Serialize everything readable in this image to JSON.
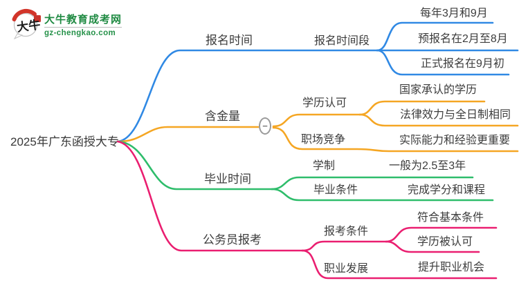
{
  "logo": {
    "icon_text": "大牛",
    "title": "大牛教育成考网",
    "domain": "gz-chengkao.com",
    "brand_color": "#1f8a42"
  },
  "style": {
    "text_color": "#3c3c3c",
    "background": "#ffffff"
  },
  "root": {
    "label": "2025年广东函授大专"
  },
  "branches": [
    {
      "label": "报名时间",
      "color": "#3089e4",
      "children": [
        {
          "label": "报名时间段",
          "children": [
            {
              "label": "每年3月和9月"
            },
            {
              "label": "预报名在2月至8月"
            },
            {
              "label": "正式报名在9月初"
            }
          ]
        }
      ]
    },
    {
      "label": "含金量",
      "color": "#f5a623",
      "collapse_glyph": "−",
      "children": [
        {
          "label": "学历认可",
          "children": [
            {
              "label": "国家承认的学历"
            },
            {
              "label": "法律效力与全日制相同"
            }
          ]
        },
        {
          "label": "职场竞争",
          "children": [
            {
              "label": "实际能力和经验更重要"
            }
          ]
        }
      ]
    },
    {
      "label": "毕业时间",
      "color": "#2ebd6b",
      "children": [
        {
          "label": "学制",
          "children": [
            {
              "label": "一般为2.5至3年"
            }
          ]
        },
        {
          "label": "毕业条件",
          "children": [
            {
              "label": "完成学分和课程"
            }
          ]
        }
      ]
    },
    {
      "label": "公务员报考",
      "color": "#ea1e70",
      "children": [
        {
          "label": "报考条件",
          "children": [
            {
              "label": "符合基本条件"
            },
            {
              "label": "学历被认可"
            }
          ]
        },
        {
          "label": "职业发展",
          "children": [
            {
              "label": "提升职业机会"
            }
          ]
        }
      ]
    }
  ]
}
